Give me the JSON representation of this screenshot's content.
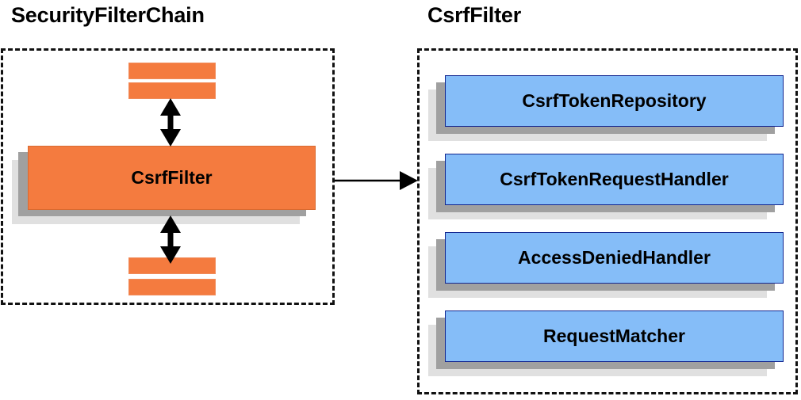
{
  "diagram": {
    "title_left": "SecurityFilterChain",
    "title_right": "CsrfFilter",
    "colors": {
      "orange_fill": "#f47b3f",
      "orange_border": "#d96a30",
      "blue_fill": "#85bdf8",
      "blue_border": "#12258f",
      "shadow_near": "#a0a0a0",
      "shadow_far": "#e0e0e0",
      "dashed_border": "#111111",
      "arrow": "#000000",
      "text": "#000000",
      "background": "#ffffff"
    }
  },
  "left_panel": {
    "title": "SecurityFilterChain",
    "filters_above": [
      {
        "label": ""
      },
      {
        "label": ""
      }
    ],
    "main_filter": {
      "label": "CsrfFilter"
    },
    "filters_below": [
      {
        "label": ""
      },
      {
        "label": ""
      }
    ],
    "connectors": [
      {
        "name": "double-arrow-above",
        "direction": "bidirectional"
      },
      {
        "name": "double-arrow-below",
        "direction": "bidirectional"
      }
    ]
  },
  "right_panel": {
    "title": "CsrfFilter",
    "components": [
      {
        "label": "CsrfTokenRepository"
      },
      {
        "label": "CsrfTokenRequestHandler"
      },
      {
        "label": "AccessDeniedHandler"
      },
      {
        "label": "RequestMatcher"
      }
    ]
  },
  "cross_connector": {
    "name": "csrf-filter-to-components-arrow",
    "direction": "left-to-right"
  }
}
